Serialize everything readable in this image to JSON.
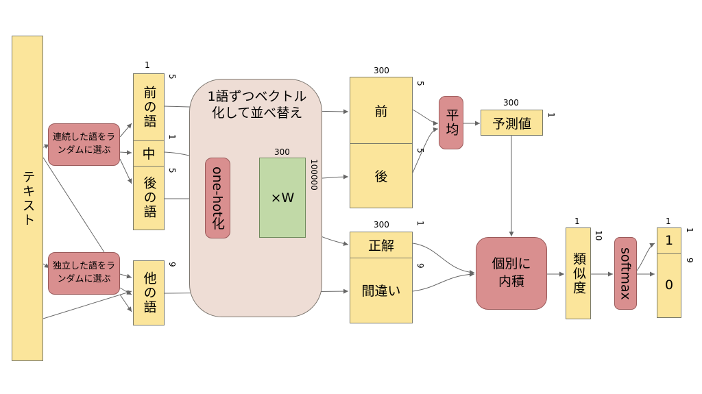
{
  "text_source": "テキスト",
  "select_consecutive": "連続した語をランダムに選ぶ",
  "select_independent": "独立した語をランダムに選ぶ",
  "front_words": "前の語",
  "middle_word": "中",
  "back_words": "後の語",
  "other_words": "他の語",
  "vectorize_title": "1語ずつベクトル化して並べ替え",
  "onehot": "one-hot化",
  "weight": "×W",
  "front": "前",
  "back": "後",
  "average": "平均",
  "prediction": "予測値",
  "correct": "正解",
  "wrong": "間違い",
  "inner_product": "個別に内積",
  "similarity": "類似度",
  "softmax": "softmax",
  "one": "1",
  "zero": "0",
  "dims": {
    "col_one": "1",
    "front_words": "5",
    "middle": "1",
    "back_words": "5",
    "other_words": "9",
    "w_cols": "300",
    "w_rows": "100000",
    "fb_cols": "300",
    "front": "5",
    "back": "5",
    "pred_cols": "300",
    "pred_rows": "1",
    "cw_cols": "300",
    "correct": "1",
    "wrong": "9",
    "sim_cols": "1",
    "sim_rows": "10",
    "out_cols": "1",
    "out_one": "1",
    "out_zero": "9"
  }
}
